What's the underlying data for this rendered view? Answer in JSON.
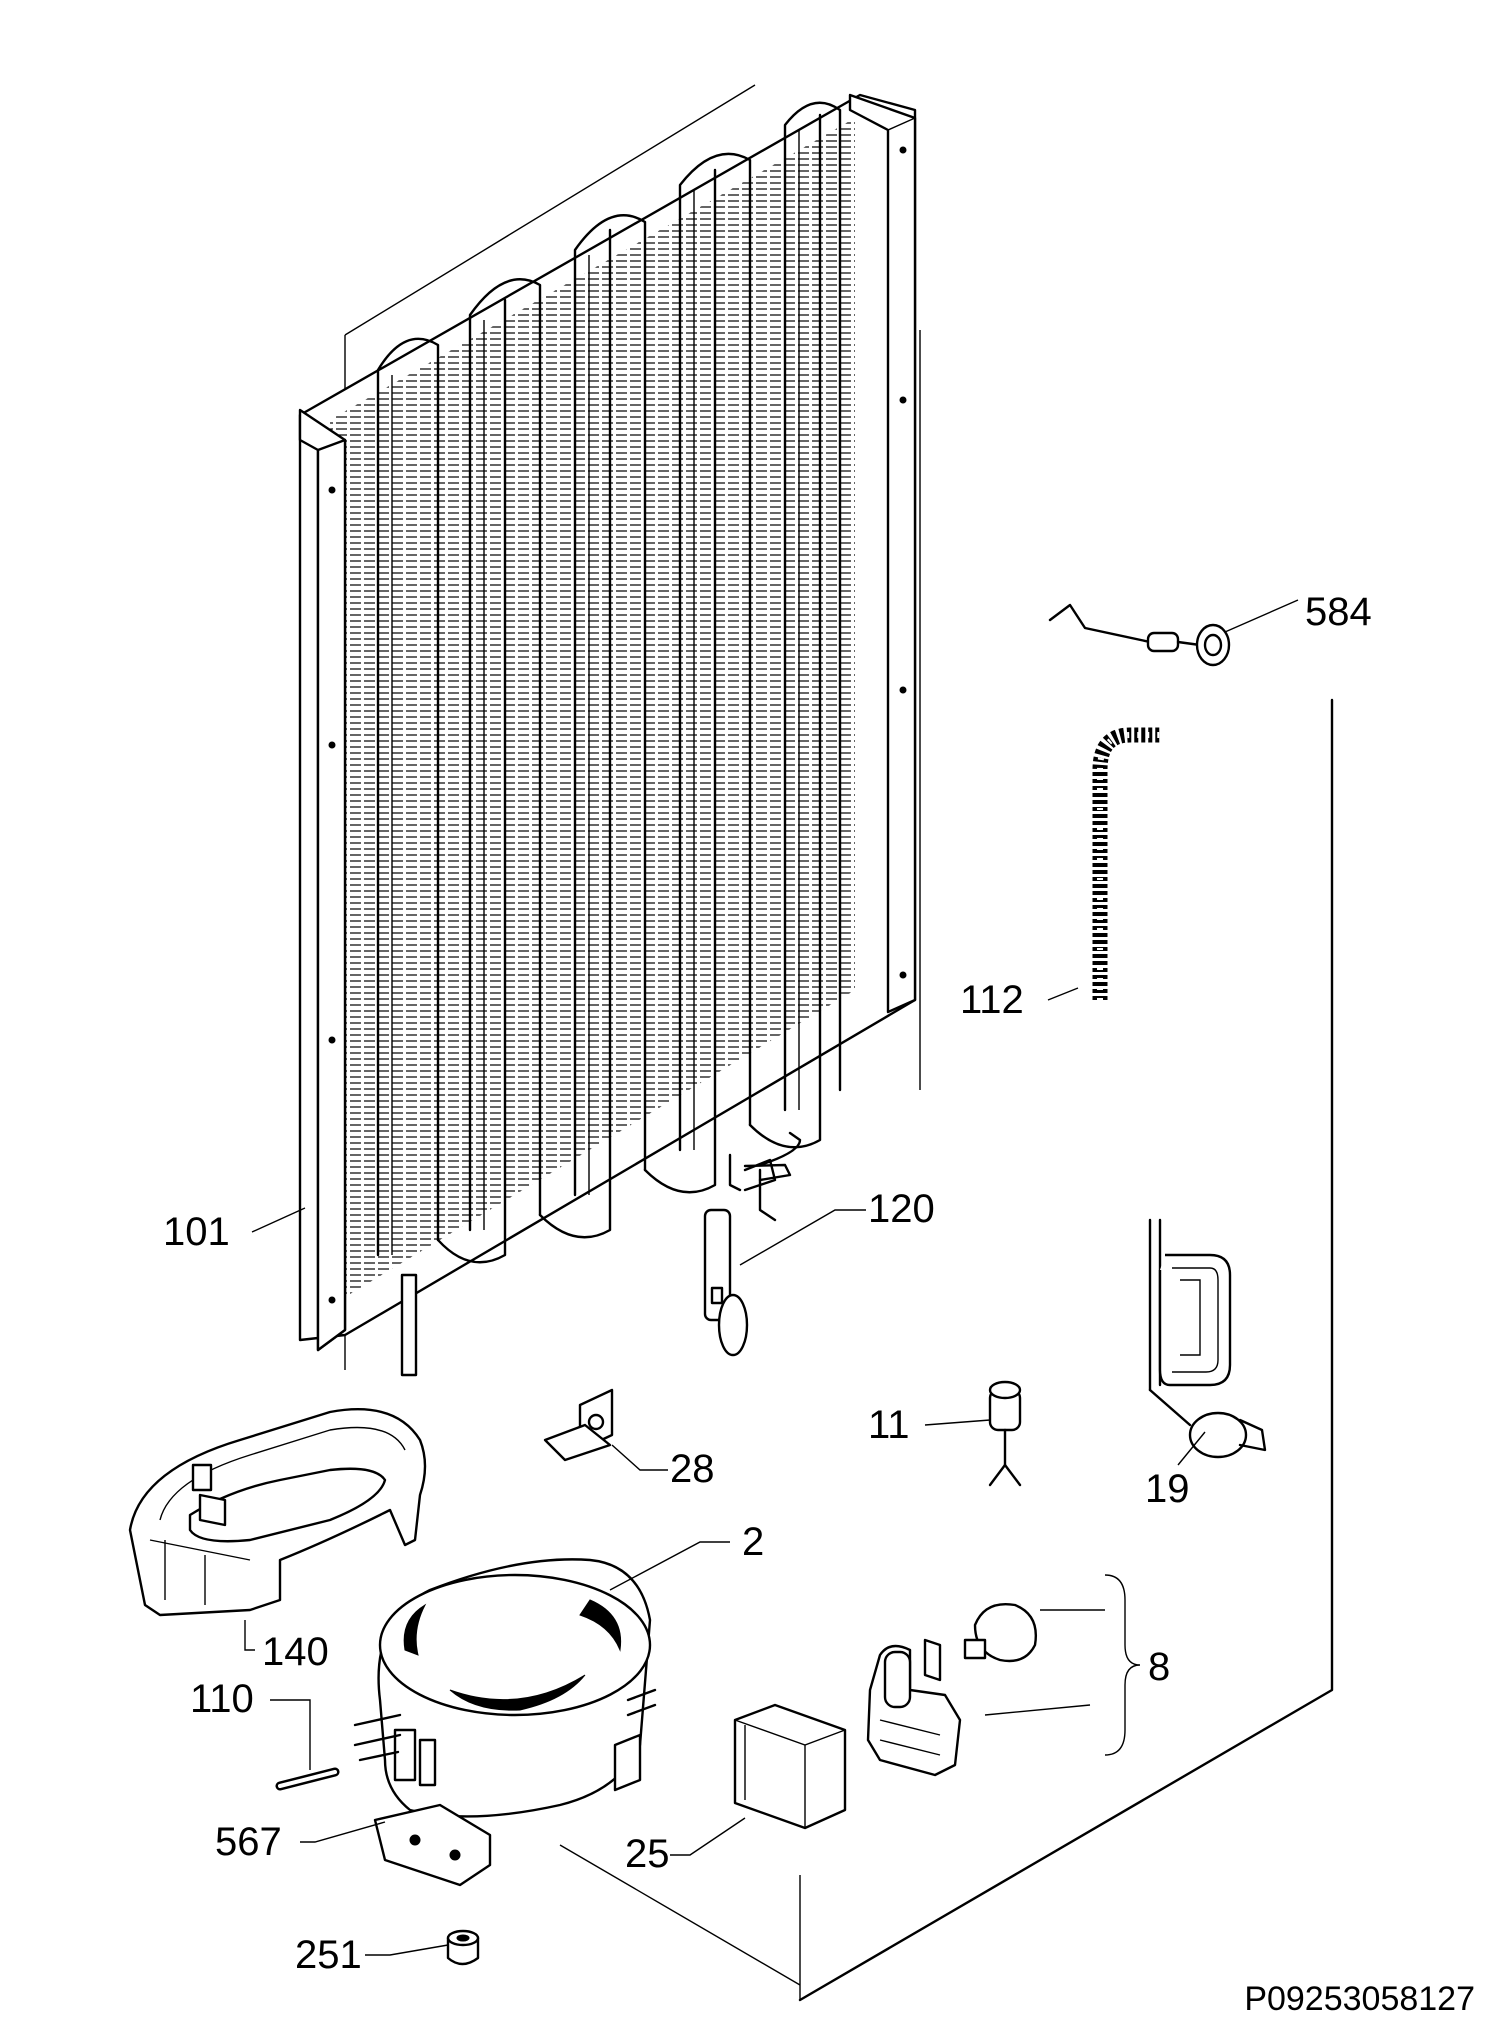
{
  "labels": {
    "p584": "584",
    "p112": "112",
    "p120": "120",
    "p101": "101",
    "p28": "28",
    "p11": "11",
    "p19": "19",
    "p2": "2",
    "p140": "140",
    "p8": "8",
    "p110": "110",
    "p567": "567",
    "p25": "25",
    "p251": "251"
  },
  "drawing_code": "P09253058127"
}
